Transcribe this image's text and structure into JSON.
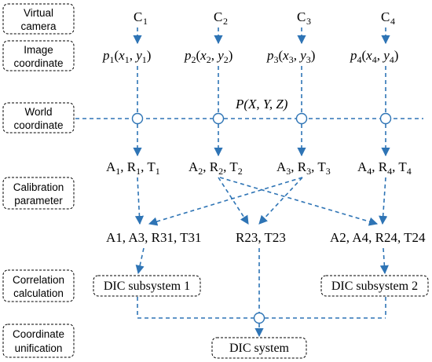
{
  "labels": {
    "virtual_camera": [
      "Virtual",
      "camera"
    ],
    "image_coordinate": [
      "Image",
      "coordinate"
    ],
    "world_coordinate": [
      "World",
      "coordinate"
    ],
    "calibration_parameter": [
      "Calibration",
      "parameter"
    ],
    "correlation_calculation": [
      "Correlation",
      "calculation"
    ],
    "coordinate_unification": [
      "Coordinate",
      "unification"
    ]
  },
  "cameras": [
    {
      "base": "C",
      "sub": "1"
    },
    {
      "base": "C",
      "sub": "2"
    },
    {
      "base": "C",
      "sub": "3"
    },
    {
      "base": "C",
      "sub": "4"
    }
  ],
  "image_points": [
    {
      "p": "p",
      "i": "1"
    },
    {
      "p": "p",
      "i": "2"
    },
    {
      "p": "p",
      "i": "3"
    },
    {
      "p": "p",
      "i": "4"
    }
  ],
  "world_point": "P(X, Y, Z)",
  "calib_params": [
    {
      "i": "1"
    },
    {
      "i": "2"
    },
    {
      "i": "3"
    },
    {
      "i": "4"
    }
  ],
  "combined": {
    "left": "A1, A3, R31, T31",
    "middle": "R23, T23",
    "right": "A2, A4, R24, T24"
  },
  "boxes": {
    "dic1": "DIC subsystem 1",
    "dic2": "DIC subsystem 2",
    "dic": "DIC system"
  },
  "colors": {
    "arrow": "#2e74b5",
    "box_border": "#000000"
  }
}
